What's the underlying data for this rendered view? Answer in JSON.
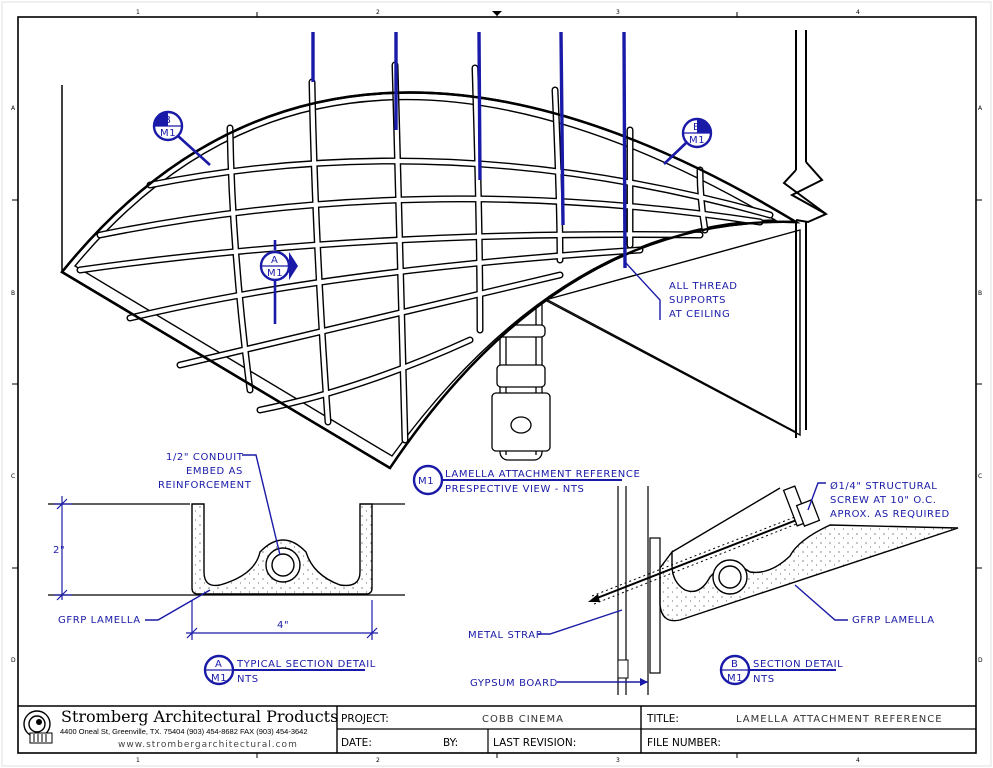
{
  "labels": {
    "conduit": [
      "1/2\" CONDUIT",
      "EMBED AS",
      "REINFORCEMENT"
    ],
    "dim_height": "2\"",
    "dim_width": "4\"",
    "gfrp_left": "GFRP LAMELLA",
    "gfrp_right": "GFRP LAMELLA",
    "metal_strap": "METAL STRAP",
    "gypsum_board": "GYPSUM BOARD",
    "screw": [
      "Ø1/4\" STRUCTURAL",
      "SCREW AT 10\" O.C.",
      "APROX. AS REQUIRED"
    ],
    "all_thread": [
      "ALL THREAD",
      "SUPPORTS",
      "AT CEILING"
    ]
  },
  "callouts": {
    "m1": {
      "id": "M1",
      "line1": "LAMELLA ATTACHMENT REFERENCE",
      "line2": "PRESPECTIVE VIEW - NTS"
    },
    "a": {
      "top": "A",
      "bottom": "M1",
      "line1": "TYPICAL SECTION DETAIL",
      "line2": "NTS"
    },
    "b": {
      "top": "B",
      "bottom": "M1",
      "line1": "SECTION DETAIL",
      "line2": "NTS"
    },
    "marker_b_left": {
      "top": "B",
      "bottom": "M1"
    },
    "marker_b_right": {
      "top": "B",
      "bottom": "M1"
    },
    "marker_a": {
      "top": "A",
      "bottom": "M1"
    }
  },
  "grid_numbers": [
    "1",
    "2",
    "3",
    "4"
  ],
  "grid_letters": [
    "A",
    "B",
    "C",
    "D"
  ],
  "title_block": {
    "company": "Stromberg Architectural Products",
    "address": "4400 Oneal St, Greenville, TX.  75404   (903) 454-8682 FAX (903) 454-3642",
    "website": "www.strombergarchitectural.com",
    "project_label": "PROJECT:",
    "project_value": "COBB CINEMA",
    "title_label": "TITLE:",
    "title_value": "LAMELLA ATTACHMENT REFERENCE",
    "date_label": "DATE:",
    "by_label": "BY:",
    "last_revision_label": "LAST REVISION:",
    "file_number_label": "FILE NUMBER:"
  },
  "colors": {
    "annotation": "#1a1aa8",
    "linework": "#000000"
  }
}
